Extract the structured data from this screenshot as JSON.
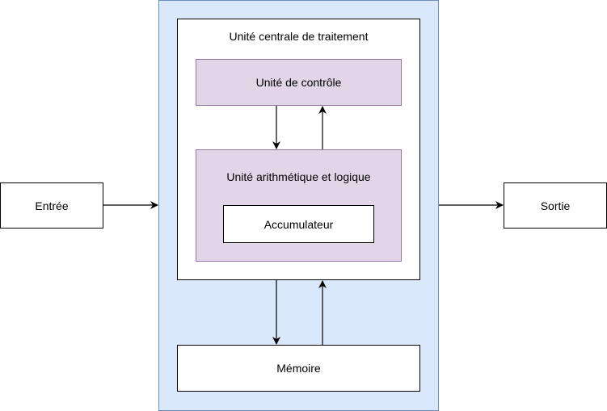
{
  "diagram": {
    "cpu_title": "Unité centrale de traitement",
    "control_unit": "Unité de contrôle",
    "alu": "Unité arithmétique et logique",
    "accumulator": "Accumulateur",
    "memory": "Mémoire",
    "input": "Entrée",
    "output": "Sortie"
  },
  "colors": {
    "system_fill": "#dae8fc",
    "system_stroke": "#6c8ebf",
    "unit_fill": "#e1d5e7",
    "unit_stroke": "#9673a6",
    "line": "#000000"
  }
}
